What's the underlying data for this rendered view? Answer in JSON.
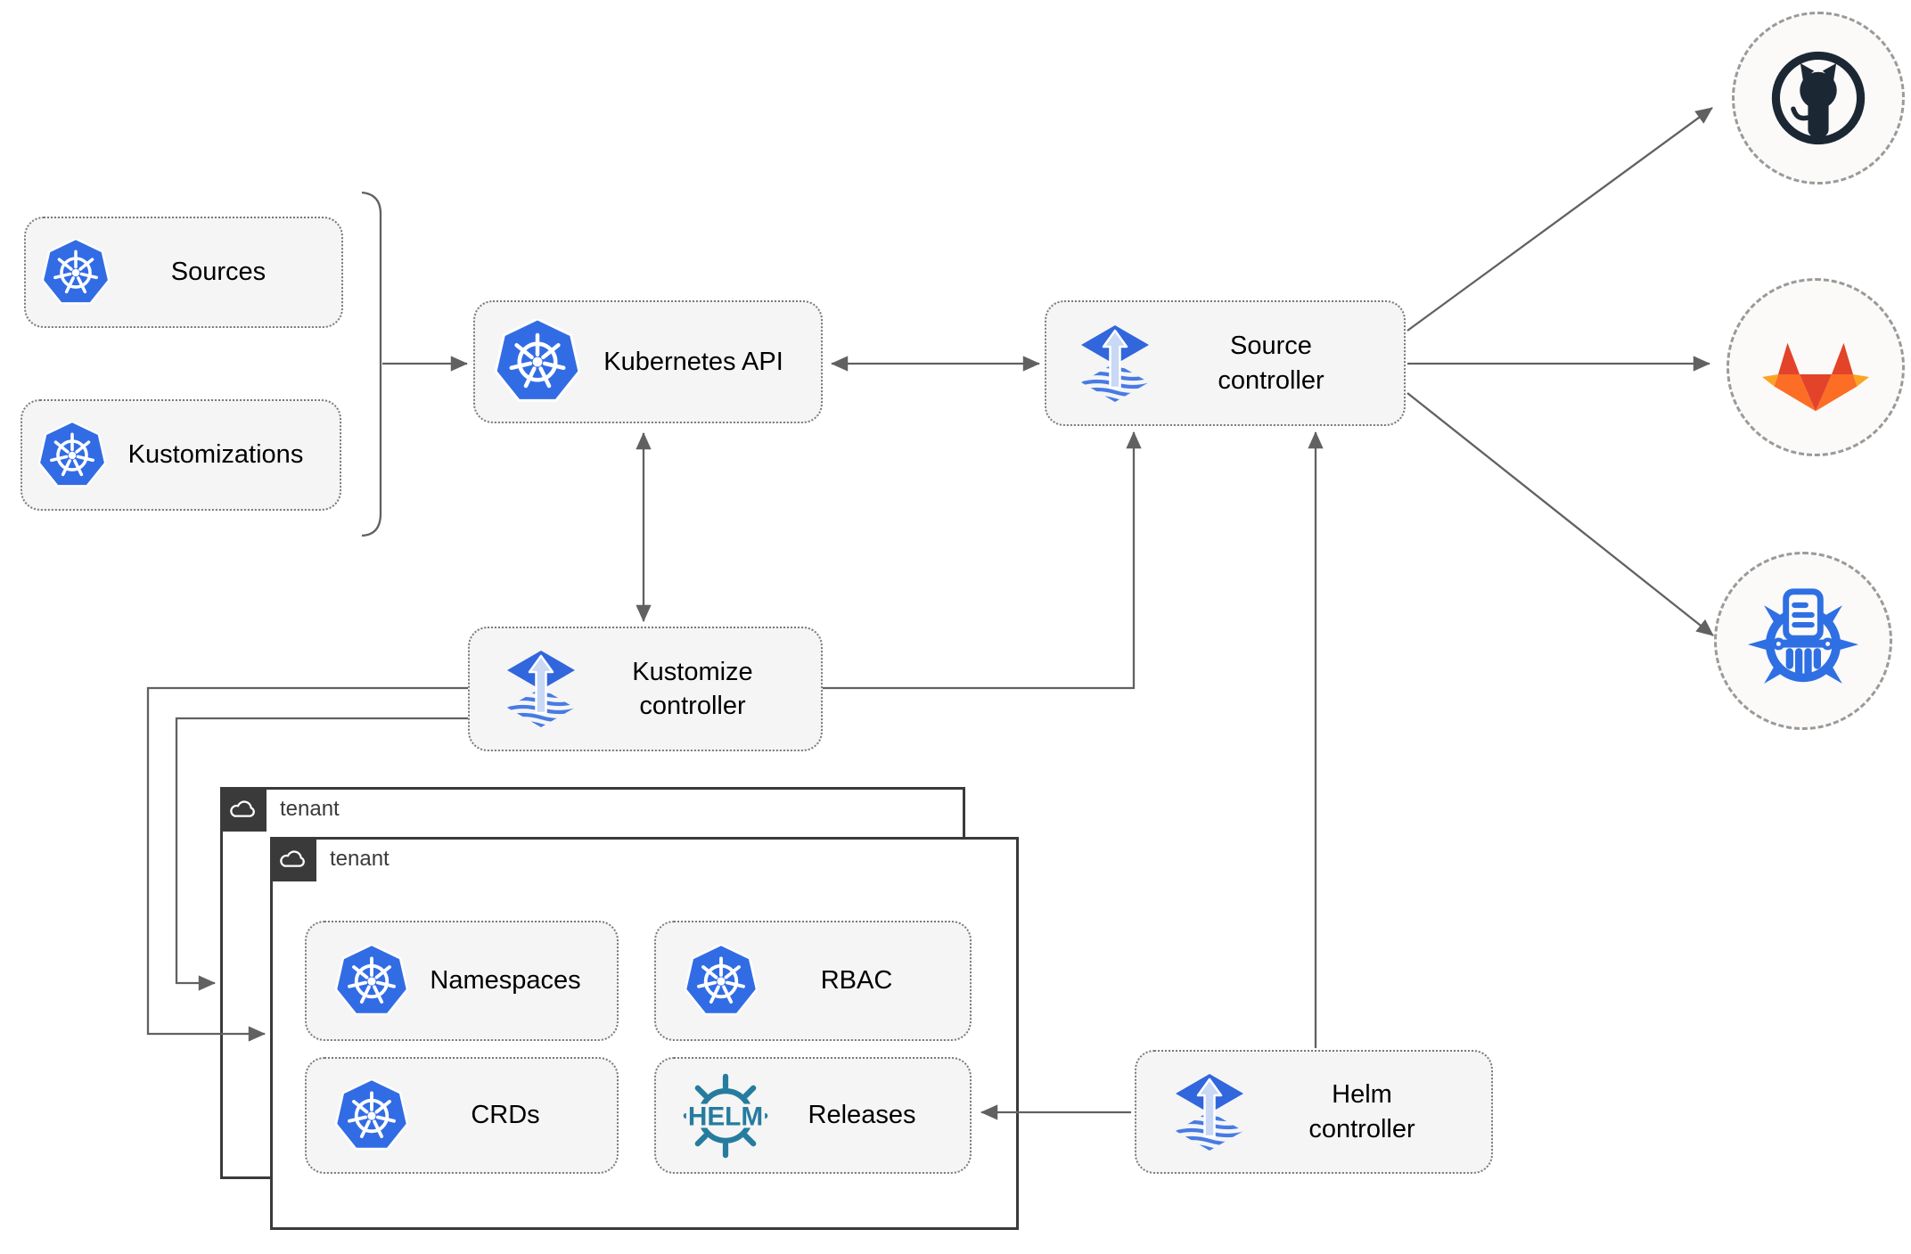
{
  "nodes": {
    "sources": {
      "label": "Sources"
    },
    "kustomizations": {
      "label": "Kustomizations"
    },
    "kubernetes_api": {
      "label": "Kubernetes API"
    },
    "source_controller": {
      "line1": "Source",
      "line2": "controller"
    },
    "kustomize_controller": {
      "line1": "Kustomize",
      "line2": "controller"
    },
    "helm_controller": {
      "line1": "Helm",
      "line2": "controller"
    },
    "namespaces": {
      "label": "Namespaces"
    },
    "rbac": {
      "label": "RBAC"
    },
    "crds": {
      "label": "CRDs"
    },
    "releases": {
      "label": "Releases"
    }
  },
  "groups": {
    "tenant_outer": {
      "label": "tenant"
    },
    "tenant_inner": {
      "label": "tenant"
    }
  },
  "icons": {
    "helm_logo_text": "HELM",
    "kubernetes": "kubernetes-icon",
    "flux": "flux-icon",
    "helm": "helm-icon",
    "github": "github-icon",
    "gitlab": "gitlab-icon",
    "chartmuseum": "chartmuseum-icon",
    "cloud": "cloud-icon"
  },
  "edges": [
    {
      "from": "sources-and-kustomizations",
      "to": "kubernetes-api",
      "arrows": "end"
    },
    {
      "from": "kubernetes-api",
      "to": "source-controller",
      "arrows": "both"
    },
    {
      "from": "kubernetes-api",
      "to": "kustomize-controller",
      "arrows": "both"
    },
    {
      "from": "kustomize-controller",
      "to": "source-controller",
      "arrows": "end"
    },
    {
      "from": "kustomize-controller",
      "to": "tenant-inner",
      "arrows": "end"
    },
    {
      "from": "kustomize-controller",
      "to": "tenant-outer",
      "arrows": "end"
    },
    {
      "from": "helm-controller",
      "to": "source-controller",
      "arrows": "end"
    },
    {
      "from": "helm-controller",
      "to": "releases",
      "arrows": "end"
    },
    {
      "from": "source-controller",
      "to": "github",
      "arrows": "end"
    },
    {
      "from": "source-controller",
      "to": "gitlab",
      "arrows": "end"
    },
    {
      "from": "source-controller",
      "to": "chartmuseum",
      "arrows": "end"
    }
  ],
  "colors": {
    "kubernetes_blue": "#326CE5",
    "flux_blue": "#3166DD",
    "flux_wave_blue": "#477BE4",
    "flux_arrow_light": "#C9D8F4",
    "helm_teal": "#257C9E",
    "github_dark": "#1B2834",
    "gitlab_dark_orange": "#E24329",
    "gitlab_orange": "#FC6D26",
    "gitlab_yellow": "#FCA326",
    "chartmuseum_blue": "#2F6FE4",
    "connector_gray": "#616161",
    "node_fill": "#F5F5F5",
    "tenant_tab_dark": "#3A3A3A"
  }
}
